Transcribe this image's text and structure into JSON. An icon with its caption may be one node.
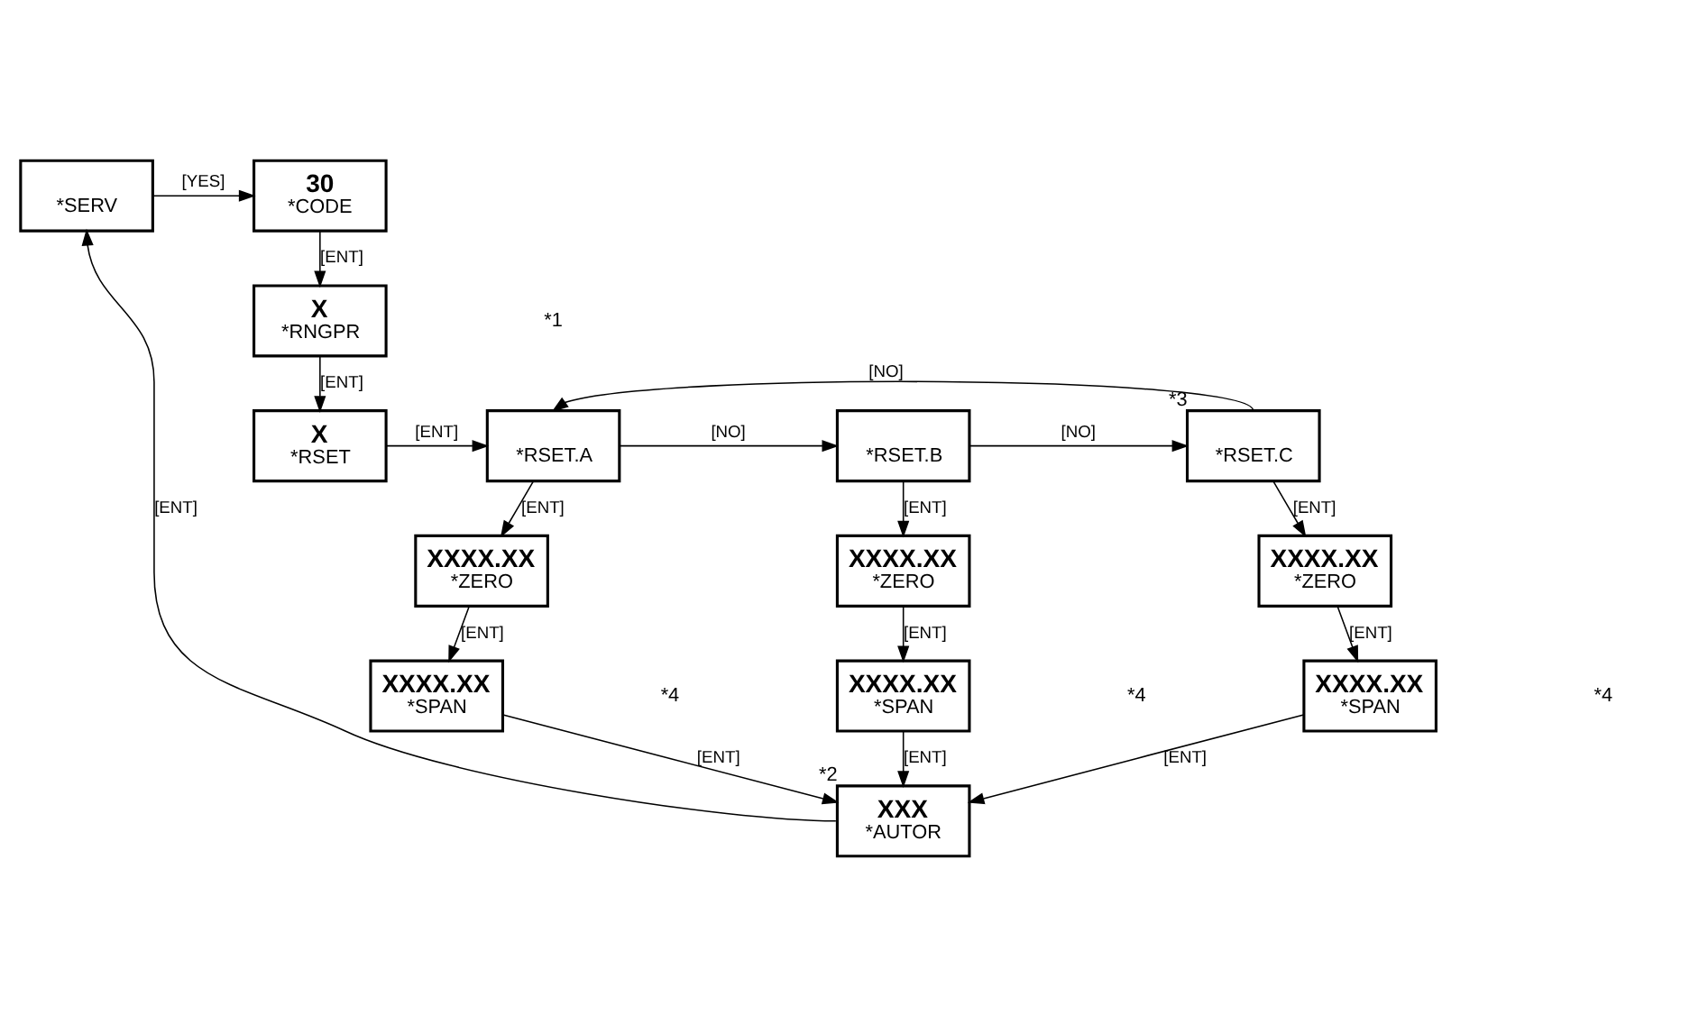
{
  "diagram": {
    "nodes": [
      {
        "text": [
          "*SERV"
        ]
      },
      {
        "text": [
          "30",
          "*CODE"
        ]
      },
      {
        "text": [
          "X",
          "*RNGPR"
        ]
      },
      {
        "text": [
          "X",
          "*RSET"
        ]
      },
      {
        "text": [
          "*RSET.A"
        ]
      },
      {
        "text": [
          "*RSET.B"
        ]
      },
      {
        "text": [
          "*RSET.C"
        ],
        "beside": [
          "*3"
        ]
      },
      {
        "text": [
          "XXXX.XX",
          "*ZERO"
        ]
      },
      {
        "text": [
          "XXXX.XX",
          "*SPAN"
        ]
      },
      {
        "text": [
          "XXXX.XX",
          "*ZERO"
        ]
      },
      {
        "text": [
          "XXXX.XX",
          "*SPAN"
        ]
      },
      {
        "text": [
          "XXXX.XX",
          "*ZERO"
        ]
      },
      {
        "text": [
          "XXXX.XX",
          "*SPAN"
        ]
      },
      {
        "text": [
          "XXX",
          "*AUTOR"
        ],
        "beside": [
          "*2"
        ]
      }
    ],
    "edges": [
      {
        "from": 0,
        "to": 1,
        "arrow": "to",
        "label": "[YES]"
      },
      {
        "from": 1,
        "to": 2,
        "arrow": "to",
        "label": "[ENT]"
      },
      {
        "from": 2,
        "to": 3,
        "arrow": "to",
        "label": "[ENT]"
      },
      {
        "from": 3,
        "to": 4,
        "arrow": "to",
        "label": "[ENT]"
      },
      {
        "from": 4,
        "to": 5,
        "arrow": "to",
        "label": "[NO]"
      },
      {
        "from": 5,
        "to": 6,
        "arrow": "to",
        "label": "[NO]"
      },
      {
        "from": 6,
        "to": 4,
        "arrow": "to",
        "label": "[NO]"
      },
      {
        "from": 4,
        "to": 7,
        "arrow": "to",
        "label": "[ENT]"
      },
      {
        "from": 7,
        "to": 8,
        "arrow": "to",
        "label": "[ENT]"
      },
      {
        "from": 8,
        "to": 13,
        "arrow": "to",
        "label": "[ENT]"
      },
      {
        "from": 5,
        "to": 9,
        "arrow": "to",
        "label": "[ENT]"
      },
      {
        "from": 9,
        "to": 10,
        "arrow": "to",
        "label": "[ENT]"
      },
      {
        "from": 10,
        "to": 13,
        "arrow": "to",
        "label": "[ENT]"
      },
      {
        "from": 6,
        "to": 11,
        "arrow": "to",
        "label": "[ENT]"
      },
      {
        "from": 11,
        "to": 12,
        "arrow": "to",
        "label": "[ENT]"
      },
      {
        "from": 12,
        "to": 13,
        "arrow": "to",
        "label": "[ENT]"
      },
      {
        "from": 13,
        "to": 0,
        "arrow": "to",
        "label": "[ENT]"
      }
    ],
    "labels": [
      "*1",
      "*4",
      "*4",
      "*4"
    ]
  }
}
